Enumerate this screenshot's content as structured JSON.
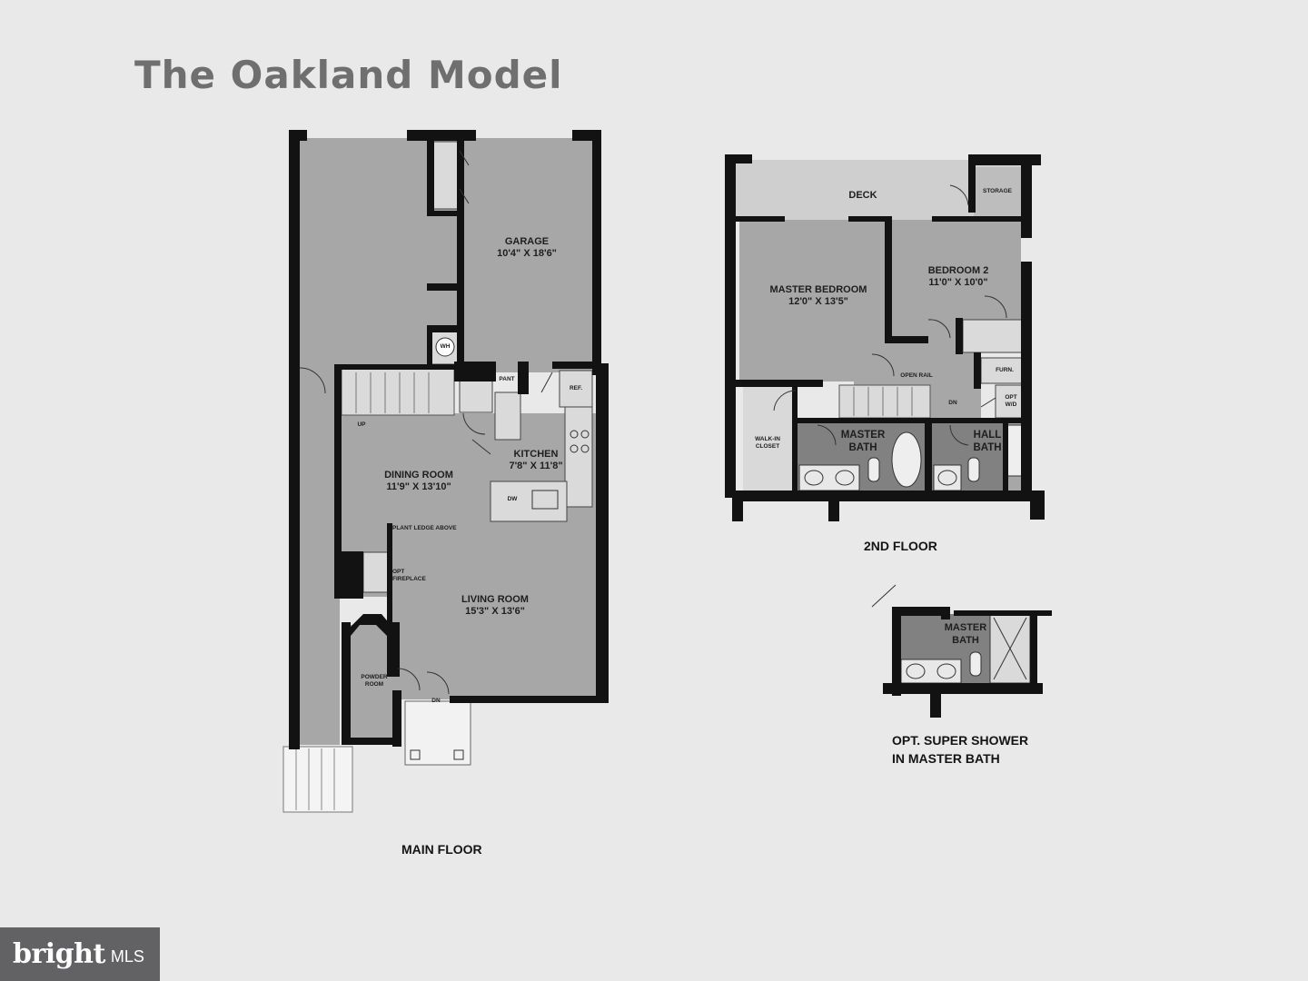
{
  "title": "The Oakland Model",
  "captions": {
    "main_floor": "MAIN FLOOR",
    "second_floor": "2ND FLOOR",
    "super_shower_line1": "OPT. SUPER SHOWER",
    "super_shower_line2": "IN MASTER BATH"
  },
  "main_floor": {
    "garage": {
      "name": "GARAGE",
      "dim": "10'4\" X 18'6\""
    },
    "kitchen": {
      "name": "KITCHEN",
      "dim": "7'8\" X 11'8\""
    },
    "dining": {
      "name": "DINING ROOM",
      "dim": "11'9\" X 13'10\""
    },
    "living": {
      "name": "LIVING ROOM",
      "dim": "15'3\" X 13'6\""
    },
    "powder": {
      "line1": "POWDER",
      "line2": "ROOM"
    },
    "wh": "WH",
    "pant": "PANT",
    "ref": "REF.",
    "dw": "DW",
    "up": "UP",
    "plant_ledge": "PLANT LEDGE ABOVE",
    "fireplace": {
      "line1": "OPT",
      "line2": "FIREPLACE"
    },
    "dn": "DN"
  },
  "second_floor": {
    "deck": "DECK",
    "storage": "STORAGE",
    "master_bedroom": {
      "name": "MASTER BEDROOM",
      "dim": "12'0\" X 13'5\""
    },
    "bedroom2": {
      "name": "BEDROOM 2",
      "dim": "11'0\" X 10'0\""
    },
    "open_rail": "OPEN RAIL",
    "dn": "DN",
    "furn": "FURN.",
    "opt_wd": {
      "line1": "OPT",
      "line2": "W/D"
    },
    "walk_in": {
      "line1": "WALK-IN",
      "line2": "CLOSET"
    },
    "master_bath": {
      "line1": "MASTER",
      "line2": "BATH"
    },
    "hall_bath": {
      "line1": "HALL",
      "line2": "BATH"
    }
  },
  "opt_bath": {
    "line1": "MASTER",
    "line2": "BATH"
  },
  "watermark": {
    "word": "bright",
    "suffix": "MLS"
  },
  "colors": {
    "page": "#e9e9ea",
    "room_fill": "#a7a7a8",
    "light_fill": "#d6d6d7",
    "dark_fill": "#818182",
    "wall": "#121212",
    "title": "#6f6f70",
    "logo_bg": "#626264"
  }
}
